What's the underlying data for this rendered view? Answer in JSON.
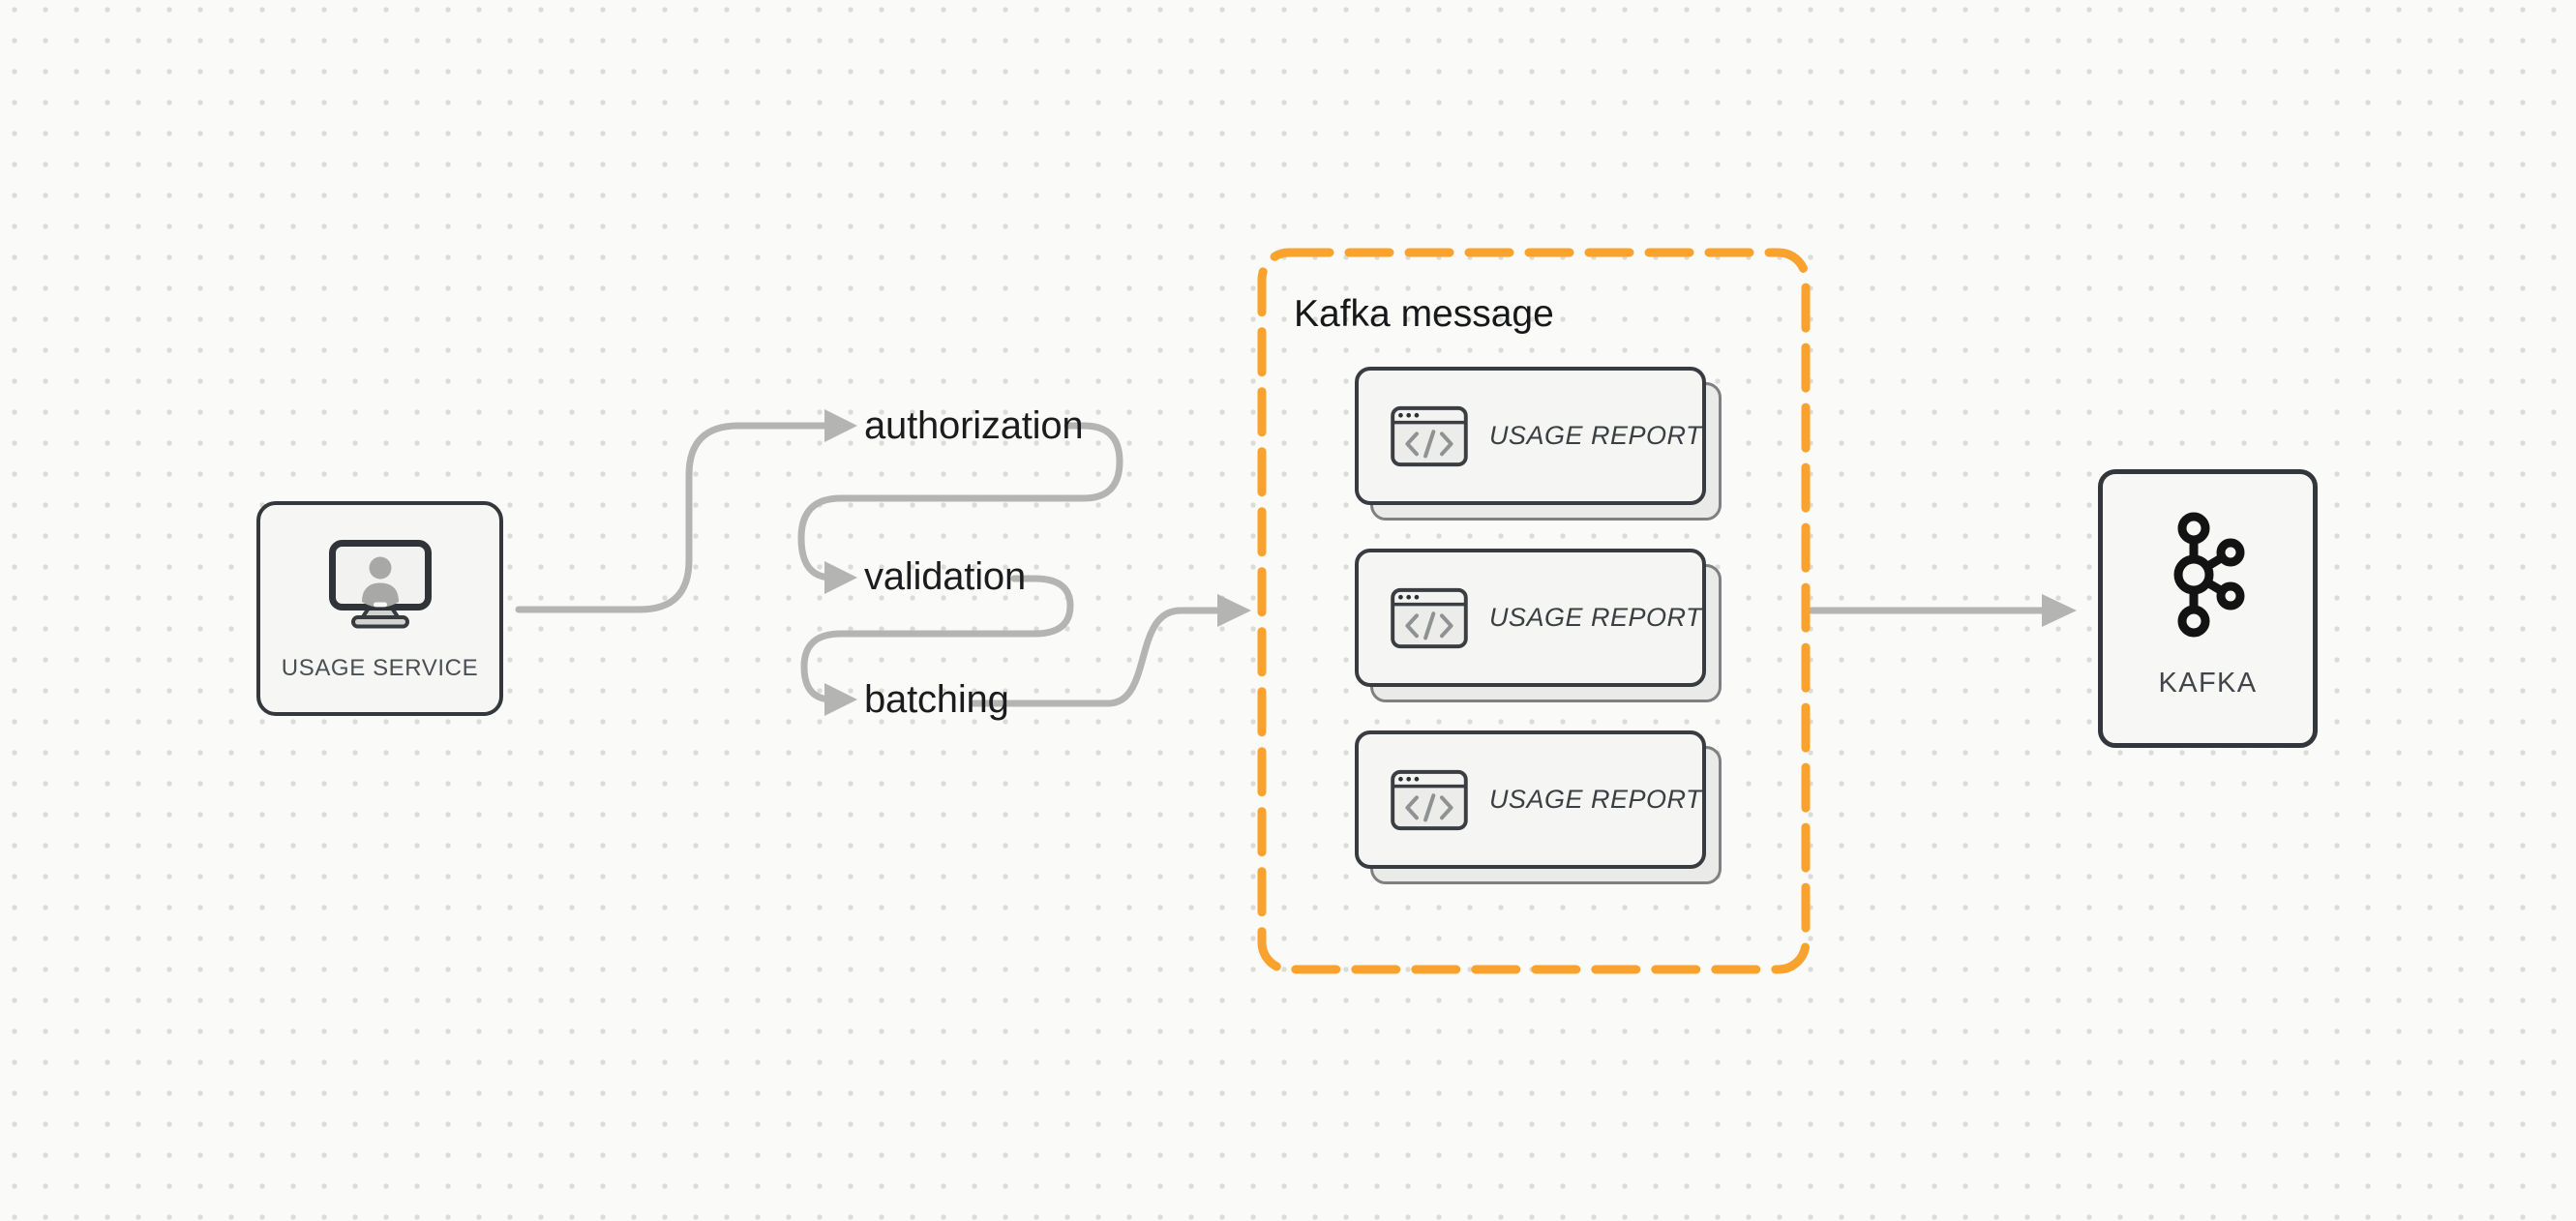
{
  "diagram": {
    "usage_service": {
      "label": "USAGE SERVICE"
    },
    "flow_steps": [
      {
        "label": "authorization"
      },
      {
        "label": "validation"
      },
      {
        "label": "batching"
      }
    ],
    "kafka_message": {
      "title": "Kafka message",
      "cards": [
        {
          "label": "USAGE REPORT"
        },
        {
          "label": "USAGE REPORT"
        },
        {
          "label": "USAGE REPORT"
        }
      ]
    },
    "kafka": {
      "label": "KAFKA"
    }
  },
  "icons": {
    "usage_service": "monitor-user-icon",
    "message_card": "code-window-icon",
    "kafka": "kafka-logo-icon",
    "connectors": "arrow-right-icon"
  },
  "colors": {
    "background": "#fafaf8",
    "grid_dot": "#dbdbd7",
    "connector_gray": "#b4b4b2",
    "node_border_dark": "#34383c",
    "node_fill": "#f6f6f4",
    "card_fill": "#f5f5f3",
    "card_shadow_fill": "#eaeae8",
    "accent_orange": "#f9a22e",
    "flow_label_text": "#1c1c1e",
    "node_label_text": "#4b4f53",
    "card_label_text": "#3b3e42"
  }
}
